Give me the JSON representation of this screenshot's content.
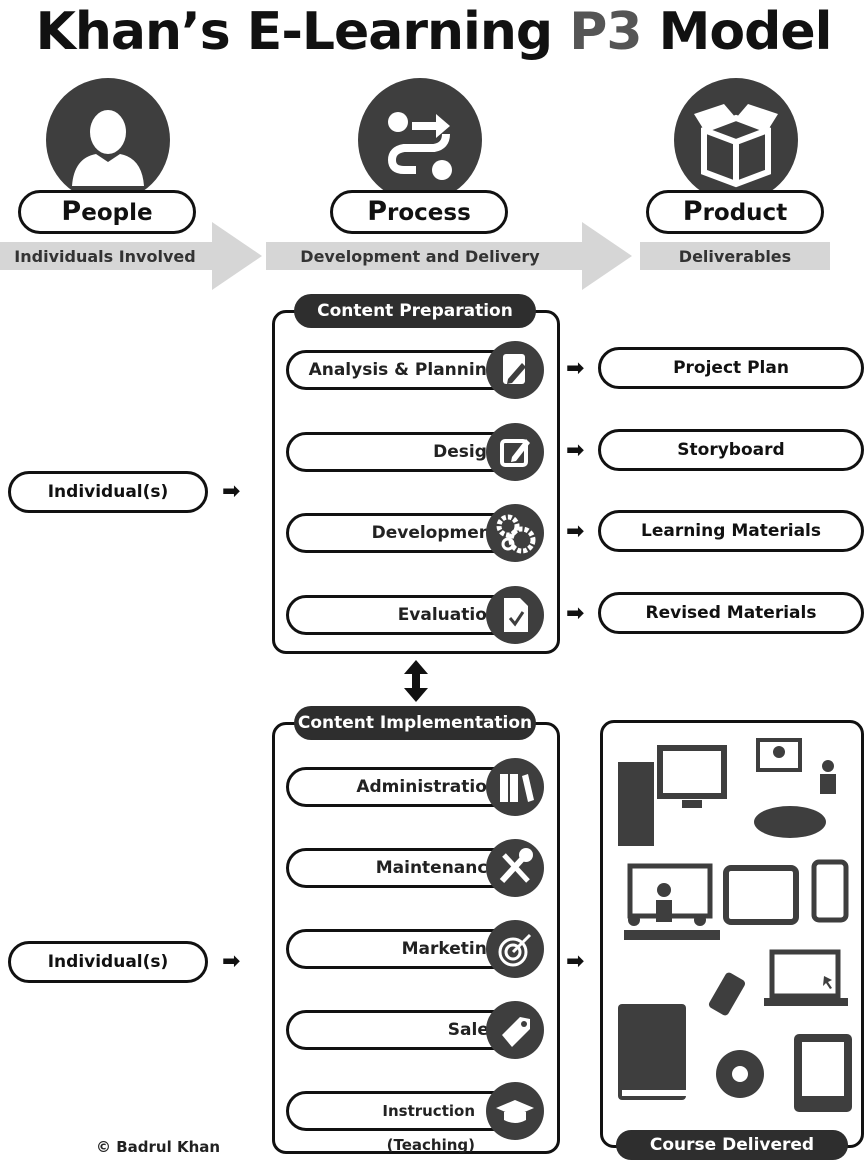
{
  "title": {
    "prefix": "Khan’s E-Learning ",
    "highlight": "P3",
    "suffix": " Model"
  },
  "pillars": [
    {
      "initial": "P",
      "rest": "eople",
      "subtitle": "Individuals Involved",
      "icon": "person-icon"
    },
    {
      "initial": "P",
      "rest": "rocess",
      "subtitle": "Development and Delivery",
      "icon": "process-arrows-icon"
    },
    {
      "initial": "P",
      "rest": "roduct",
      "subtitle": "Deliverables",
      "icon": "box-icon"
    }
  ],
  "content_preparation": {
    "title": "Content Preparation",
    "steps": [
      {
        "label": "Analysis & Planning",
        "icon": "document-pencil-icon"
      },
      {
        "label": "Design",
        "icon": "edit-icon"
      },
      {
        "label": "Development",
        "icon": "gears-icon"
      },
      {
        "label": "Evaluation",
        "icon": "checked-document-icon"
      }
    ],
    "outputs": [
      "Project Plan",
      "Storyboard",
      "Learning Materials",
      "Revised Materials"
    ]
  },
  "content_implementation": {
    "title": "Content Implementation",
    "steps": [
      {
        "label": "Administration",
        "icon": "binders-icon"
      },
      {
        "label": "Maintenance",
        "icon": "tools-icon"
      },
      {
        "label": "Marketing",
        "icon": "target-icon"
      },
      {
        "label": "Sales",
        "icon": "price-tag-icon"
      },
      {
        "label": "Instruction (Teaching)",
        "icon": "graduation-cap-icon"
      }
    ]
  },
  "individuals": [
    "Individual(s)",
    "Individual(s)"
  ],
  "course_delivered": {
    "title": "Course Delivered",
    "icons": [
      "desktop-computer-icon",
      "video-conference-icon",
      "classroom-icon",
      "tablet-icon",
      "smartphone-icon",
      "usb-drive-icon",
      "laptop-icon",
      "book-icon",
      "cd-icon",
      "ereader-icon"
    ]
  },
  "credit": "© Badrul Khan",
  "colors": {
    "dark": "#3e3e3e",
    "band": "#d6d6d6",
    "title_accent": "#555555"
  }
}
